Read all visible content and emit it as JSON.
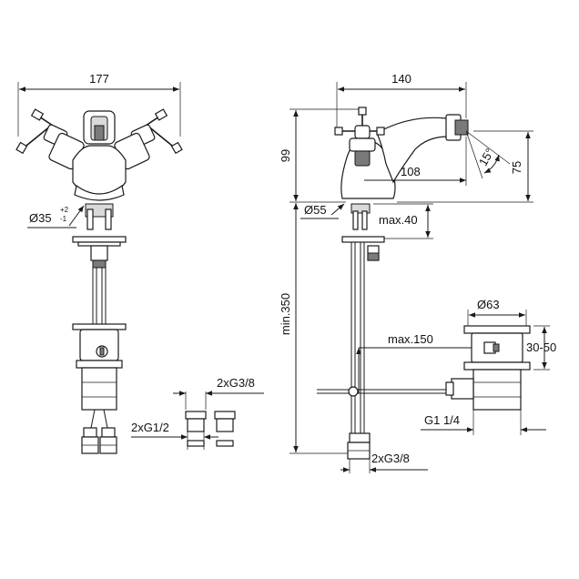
{
  "dimensions": {
    "front_width": "177",
    "front_base_diameter": "Ø35",
    "front_base_tol_upper": "+2",
    "front_base_tol_lower": "-1",
    "side_width": "140",
    "side_height": "99",
    "spout_reach": "108",
    "spout_height": "75",
    "spout_angle": "15°",
    "side_base_diameter": "Ø55",
    "max_deck_thickness": "max.40",
    "min_length": "min.350",
    "waste_diameter": "Ø63",
    "waste_adjust": "30-50",
    "max_rod_length": "max.150",
    "waste_thread": "G1 1/4",
    "supply_thread_side": "2xG3/8"
  },
  "fittings": {
    "adapter_top": "2xG3/8",
    "adapter_bottom": "2xG1/2"
  }
}
